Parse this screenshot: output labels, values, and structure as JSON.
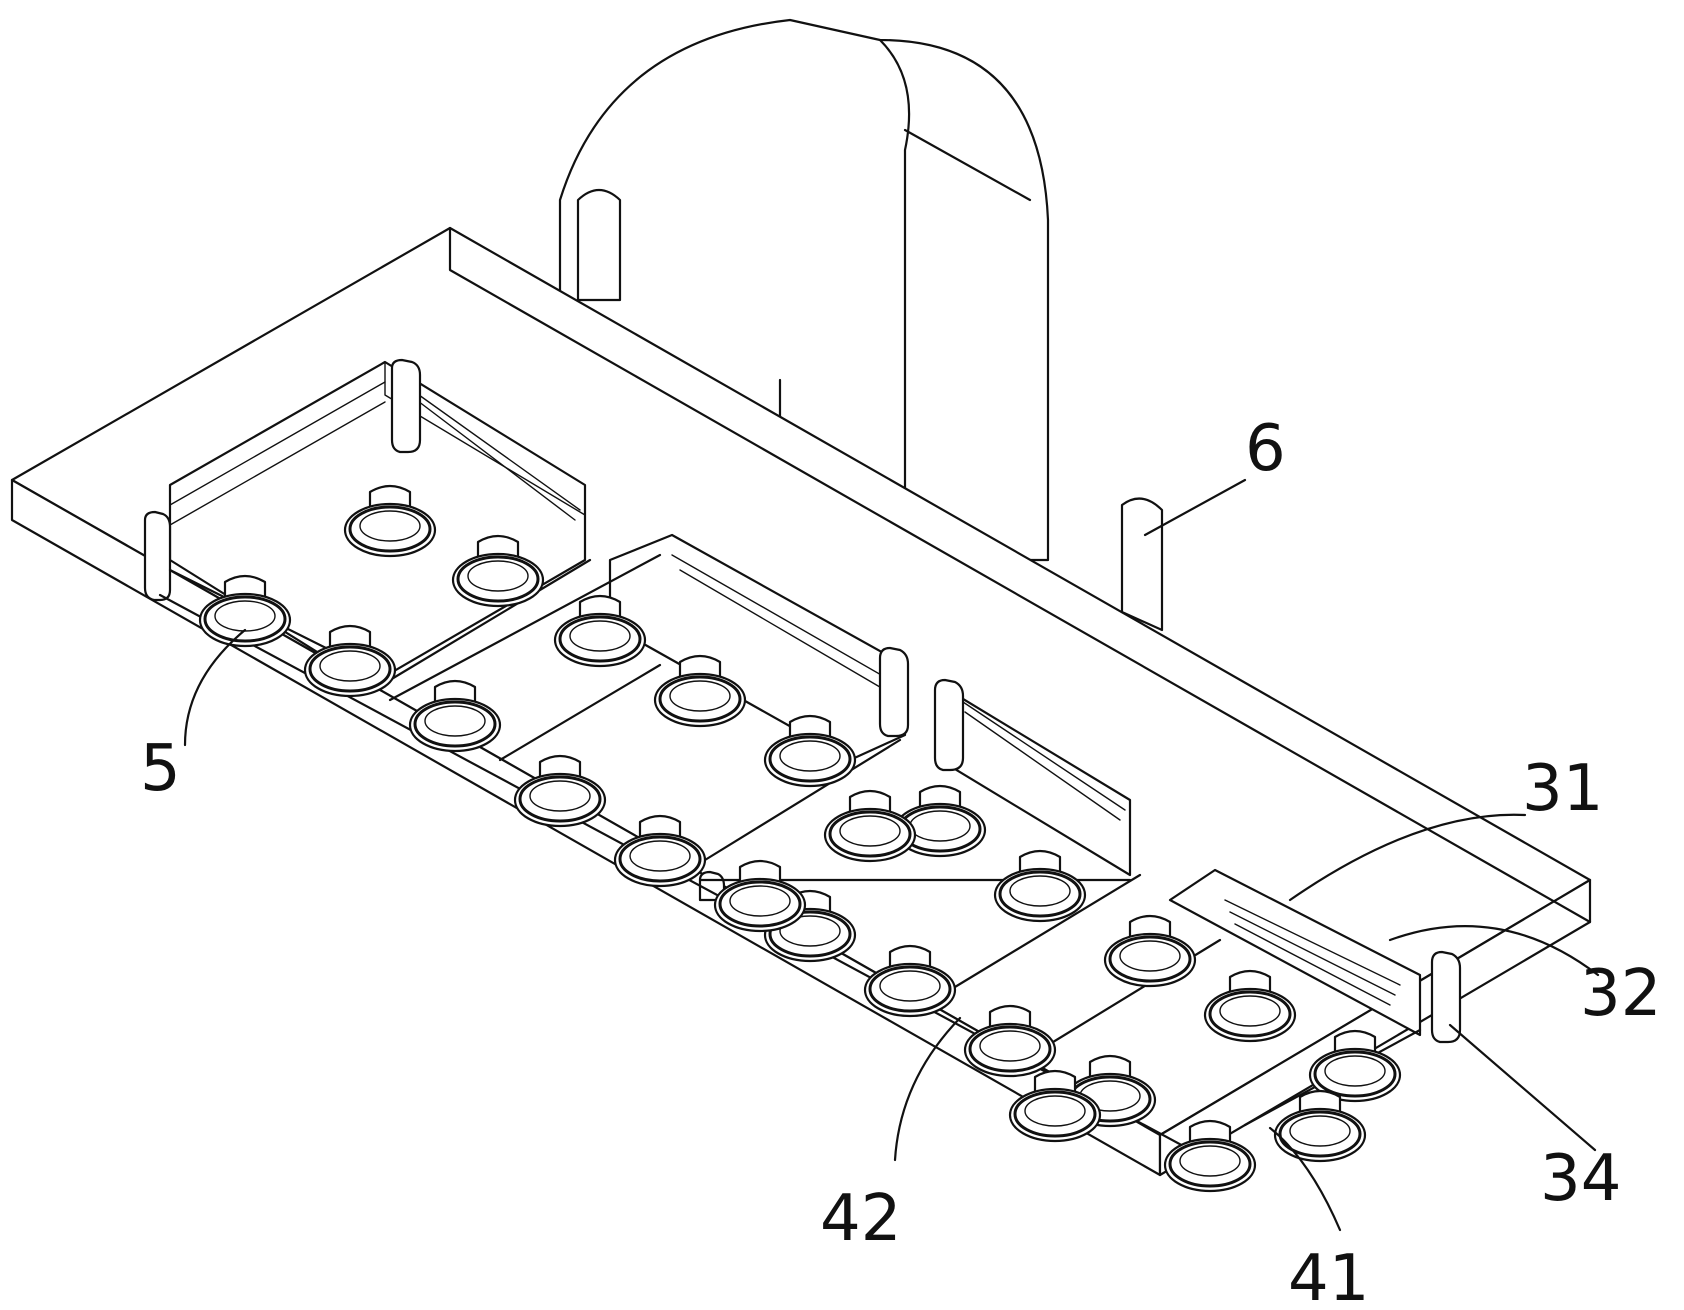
{
  "figure": {
    "callouts": [
      {
        "id": "5",
        "text": "5"
      },
      {
        "id": "6",
        "text": "6"
      },
      {
        "id": "31",
        "text": "31"
      },
      {
        "id": "32",
        "text": "32"
      },
      {
        "id": "34",
        "text": "34"
      },
      {
        "id": "41",
        "text": "41"
      },
      {
        "id": "42",
        "text": "42"
      }
    ],
    "suction_cup_count": 24,
    "ink_color": "#111111",
    "paper_color": "#ffffff"
  }
}
